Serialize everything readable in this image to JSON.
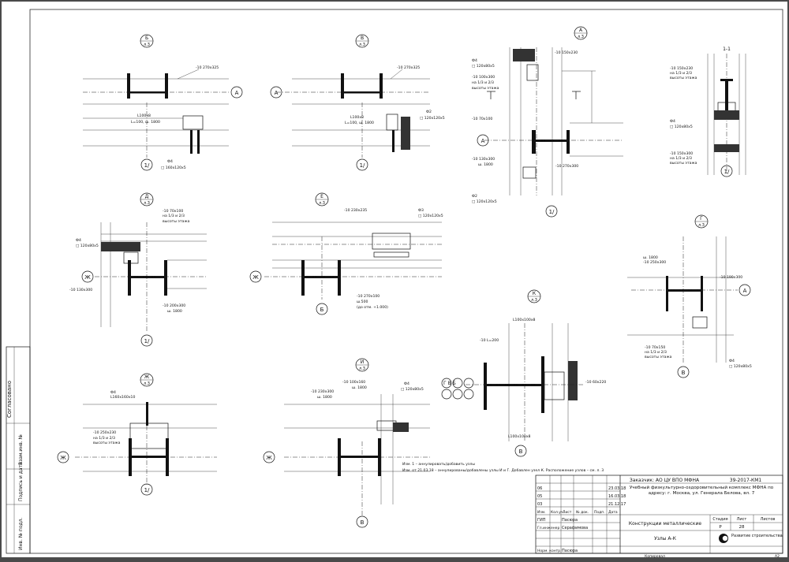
{
  "drawing": {
    "nodes": [
      {
        "id": "b",
        "letter": "Б",
        "sheet": "л.3",
        "axis_left": "",
        "axis_right": "А",
        "axis_bottom": "1/",
        "labels": [
          "-10 270х325",
          "L100х8",
          "L=100, ш. 1800",
          "Ф4",
          "□ 160х120х5"
        ]
      },
      {
        "id": "v",
        "letter": "В",
        "sheet": "л.3",
        "axis_left": "А",
        "axis_right": "",
        "axis_bottom": "1/",
        "labels": [
          "-10 270х325",
          "L100х8",
          "L=100, ш. 1800",
          "Ф2",
          "□ 120х120х5"
        ]
      },
      {
        "id": "a",
        "letter": "А",
        "sheet": "л.3",
        "axis_left": "А",
        "axis_right": "",
        "axis_bottom": "1/",
        "labels": [
          "Ф4",
          "□ 120х80х5",
          "-10 100х300",
          "на 1/3 и 2/3",
          "высоты этажа",
          "-10 150х230",
          "-10 70х100",
          "-10 130х300",
          "ш. 1800",
          "-10 270х300",
          "Ф2",
          "□ 120х120х5"
        ]
      },
      {
        "id": "s11",
        "letter": "1-1",
        "sheet": "",
        "axis_left": "",
        "axis_right": "",
        "axis_bottom": "1/",
        "labels": [
          "-10 150х230",
          "на 1/3 и 2/3",
          "высоты этажа",
          "Ф4",
          "□ 120х80х5",
          "-10 150х300",
          "на 1/3 и 2/3",
          "высоты этажа"
        ]
      },
      {
        "id": "d",
        "letter": "Д",
        "sheet": "л.3",
        "axis_left": "Ж",
        "axis_right": "",
        "axis_bottom": "1/",
        "labels": [
          "-10 70х100",
          "на 1/3 и 2/3",
          "высоты этажа",
          "Ф4",
          "□ 120х80х5",
          "-10 130х300",
          "-10 200х300",
          "ш. 1800"
        ]
      },
      {
        "id": "e",
        "letter": "Е",
        "sheet": "л.3",
        "axis_left": "Ж",
        "axis_right": "",
        "axis_bottom": "Б",
        "labels": [
          "-10 230х235",
          "Ф3",
          "□ 120х120х5",
          "-10 270х100",
          "ш.500",
          "(до отм. +1.000)"
        ]
      },
      {
        "id": "g",
        "letter": "Г",
        "sheet": "л.3",
        "axis_left": "",
        "axis_right": "А",
        "axis_bottom": "В",
        "labels": [
          "ш. 1800",
          "-10 250х300",
          "-10 190х300",
          "-10 70х150",
          "на 1/3 и 2/3",
          "высоты этажа",
          "Ф4",
          "□ 120х80х5"
        ]
      },
      {
        "id": "zh",
        "letter": "Ж",
        "sheet": "л.3",
        "axis_left": "Ж",
        "axis_right": "",
        "axis_bottom": "1/",
        "labels": [
          "Ф4",
          "L160х160х10",
          "-10 250х230",
          "на 1/3 и 2/3",
          "высоты этажа"
        ]
      },
      {
        "id": "i",
        "letter": "И",
        "sheet": "л.3",
        "axis_left": "Ж",
        "axis_right": "",
        "axis_bottom": "В",
        "labels": [
          "-10 100х160",
          "ш. 1800",
          "-10 230х300",
          "ш. 1800",
          "Ф4",
          "□ 120х80х5"
        ]
      },
      {
        "id": "k",
        "letter": "К",
        "sheet": "л.3",
        "axis_left": "Г В Б",
        "axis_right": "",
        "axis_bottom": "В",
        "labels": [
          "L100х100х8",
          "-10 L=200",
          "-10 60х220",
          "L100х100х8"
        ]
      }
    ],
    "notes": [
      "Изм. 1 – аннулировать/добавить узлы",
      "Изм. от 21.03.18 – аннулированы/добавлены узлы И и Г. Добавлен узел К. Расположение узлов – см. л. 3"
    ]
  },
  "title_block": {
    "customer": "Заказчик: АО ЦУ ВПО МФНА",
    "code": "39-2017-КМ1",
    "project": "Учебный физкультурно-оздоровительный комплекс МФНА по адресу: г. Москва, ул. Генерала Белова, вл. 7",
    "section": "Конструкции металлические",
    "sheet_title": "Узлы А-К",
    "company": "Развитие строительства",
    "stage_head": "Стадия",
    "sheet_head": "Лист",
    "sheets_head": "Листов",
    "stage": "Р",
    "sheet": "28",
    "sheets": "",
    "rows": [
      {
        "role": "06",
        "name": "",
        "date": "23.03.18"
      },
      {
        "role": "05",
        "name": "",
        "date": "16.03.18"
      },
      {
        "role": "03",
        "name": "",
        "date": "21.12.17"
      },
      {
        "role": "Изм.",
        "name": "Кол. уч.",
        "date": "Дата"
      },
      {
        "role": "ГИП",
        "name": "Пасюра",
        "date": ""
      },
      {
        "role": "Гл.инженер",
        "name": "Серафимова",
        "date": ""
      },
      {
        "role": "",
        "name": "",
        "date": ""
      },
      {
        "role": "Норм. контр.",
        "name": "Пасюра",
        "date": ""
      }
    ],
    "header_cols": [
      "Изм.",
      "Кол.уч.",
      "Лист",
      "№ док.",
      "Подп.",
      "Дата"
    ],
    "format": "A2",
    "copied": "Копировал"
  },
  "side_stamp": {
    "agreed": "Согласовано",
    "cells": [
      "Инв. № подл.",
      "Подпись и дата",
      "Взам.инв. №"
    ]
  }
}
